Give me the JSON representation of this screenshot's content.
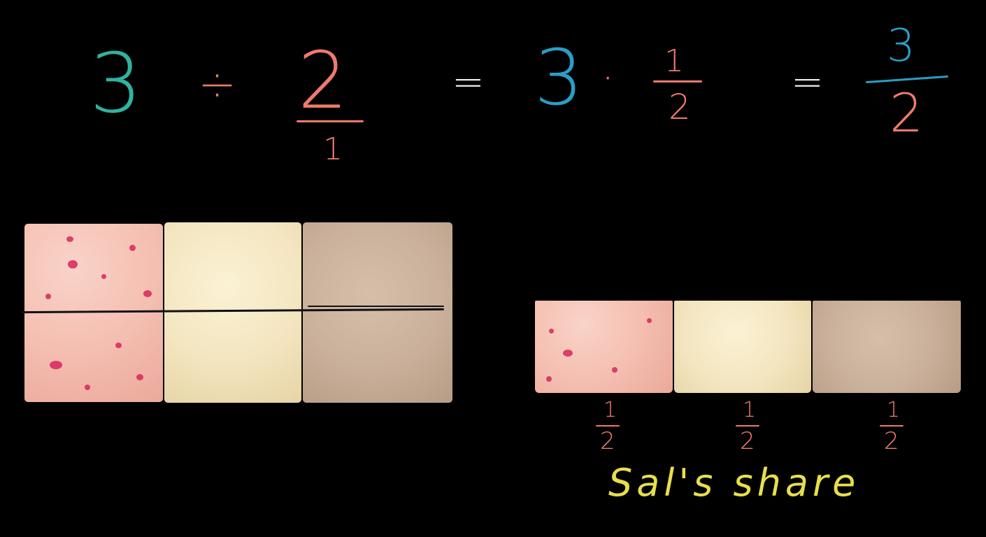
{
  "equation": {
    "dividend": "3",
    "divide_sign": "÷",
    "divisor_numerator": "2",
    "divisor_denominator": "1",
    "equals_1": "=",
    "product_left": "3",
    "dot": "·",
    "reciprocal_numerator": "1",
    "reciprocal_denominator": "2",
    "equals_2": "=",
    "result_numerator": "3",
    "result_denominator": "2"
  },
  "colors": {
    "teal": "#2fb3a0",
    "salmon": "#ef7a6c",
    "blue": "#2a9ec5",
    "yellow": "#e7df4a",
    "background": "#000000"
  },
  "whole_cubes": [
    {
      "flavor": "pink"
    },
    {
      "flavor": "cream"
    },
    {
      "flavor": "tan"
    }
  ],
  "half_pieces": [
    {
      "flavor": "pink",
      "label_numerator": "1",
      "label_denominator": "2"
    },
    {
      "flavor": "cream",
      "label_numerator": "1",
      "label_denominator": "2"
    },
    {
      "flavor": "tan",
      "label_numerator": "1",
      "label_denominator": "2"
    }
  ],
  "share_caption": "Sal's share"
}
